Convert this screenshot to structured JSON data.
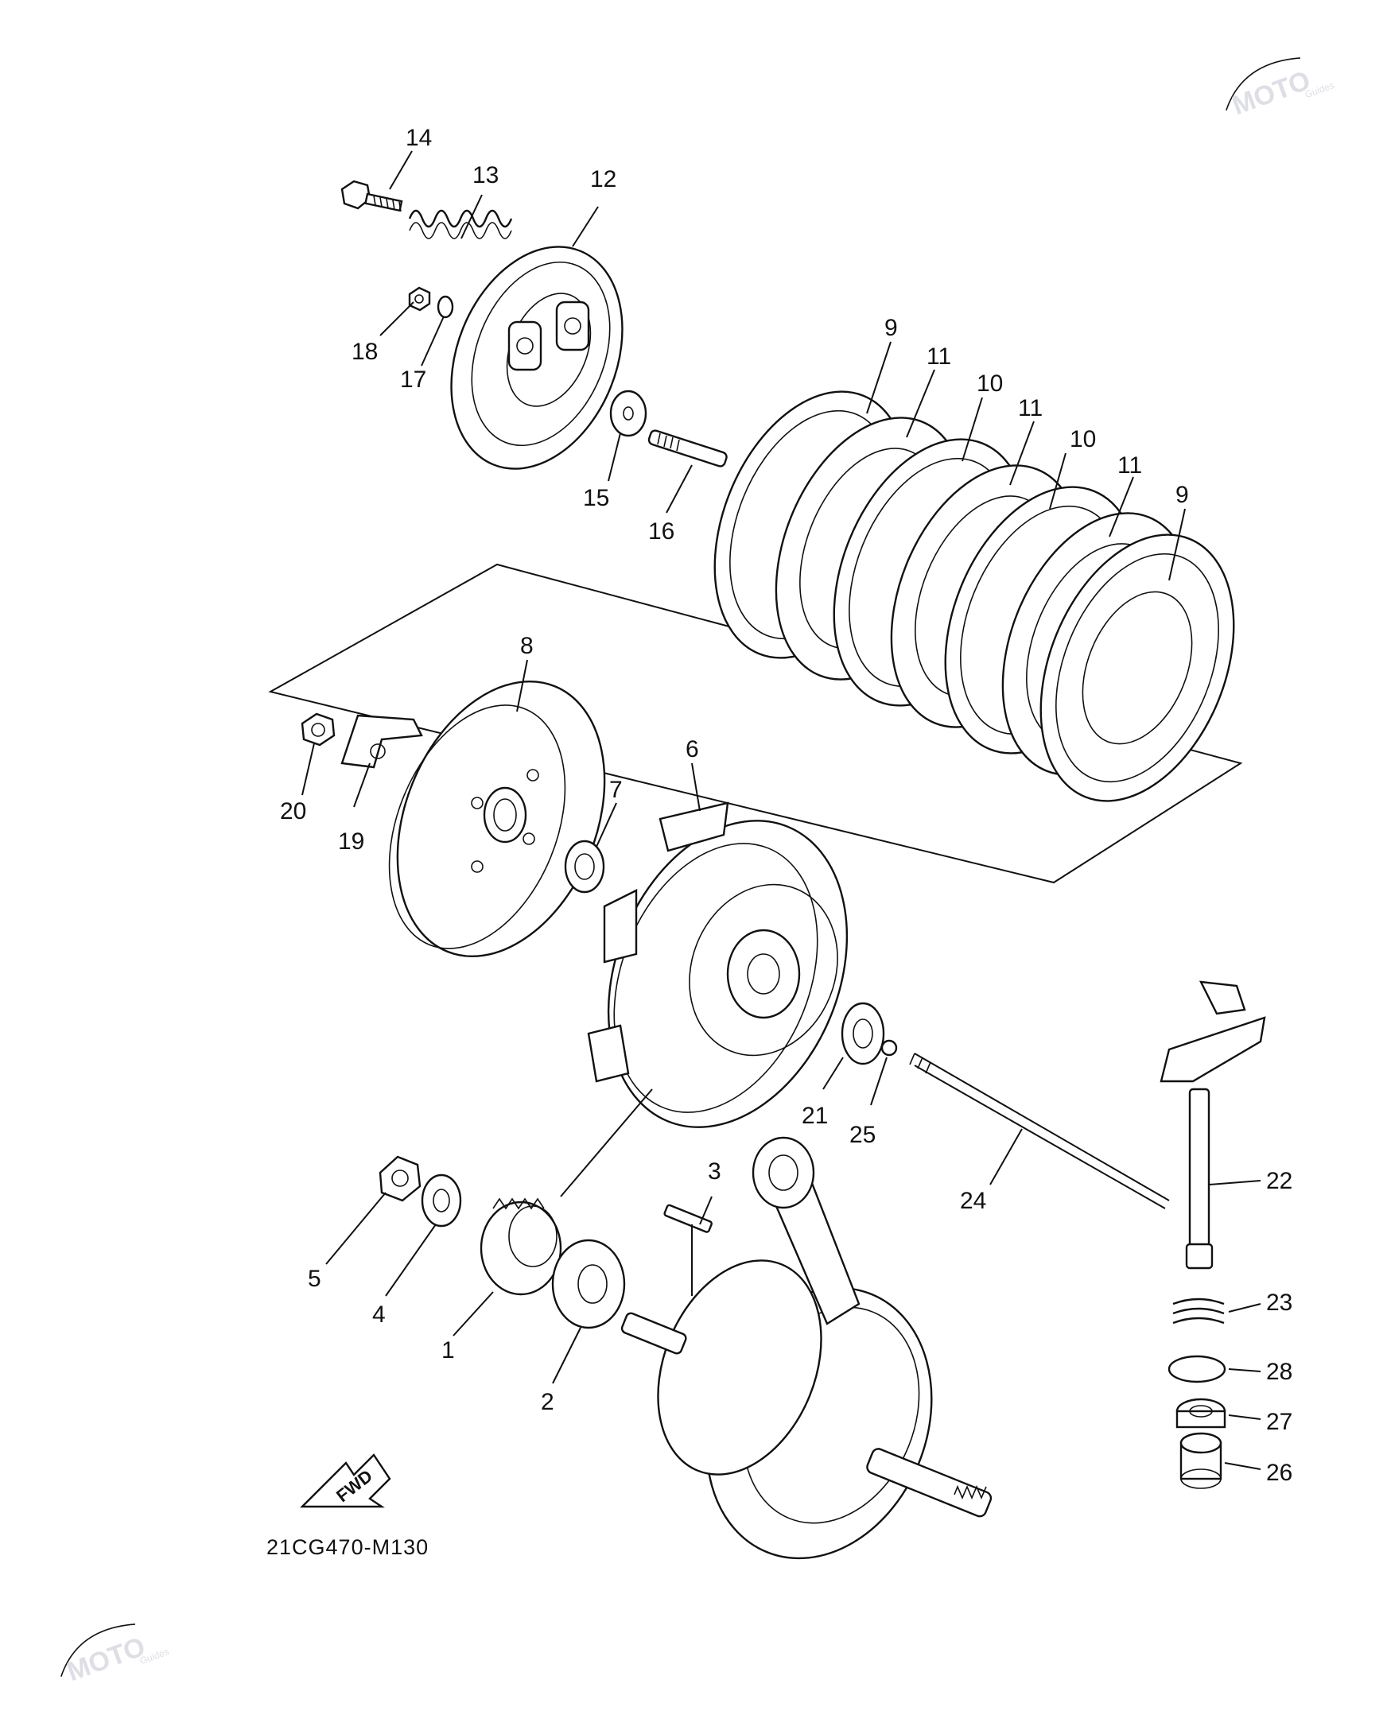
{
  "diagram": {
    "reference_code": "21CG470-M130",
    "fwd_label": "FWD",
    "watermark_text": "MOTO",
    "watermark_subtext": "Guides",
    "callouts": {
      "p1": "1",
      "p2": "2",
      "p3": "3",
      "p4": "4",
      "p5": "5",
      "p6": "6",
      "p7": "7",
      "p8": "8",
      "p9a": "9",
      "p9b": "9",
      "p10a": "10",
      "p10b": "10",
      "p11a": "11",
      "p11b": "11",
      "p11c": "11",
      "p12": "12",
      "p13": "13",
      "p14": "14",
      "p15": "15",
      "p16": "16",
      "p17": "17",
      "p18": "18",
      "p19": "19",
      "p20": "20",
      "p21": "21",
      "p22": "22",
      "p23": "23",
      "p24": "24",
      "p25": "25",
      "p26": "26",
      "p27": "27",
      "p28": "28"
    }
  }
}
